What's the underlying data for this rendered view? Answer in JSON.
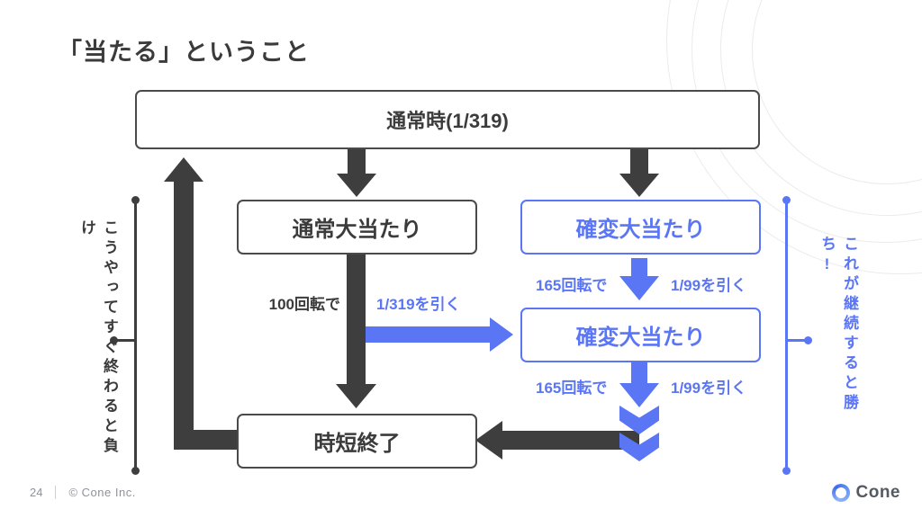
{
  "slide": {
    "title": "「当たる」ということ",
    "page_number": "24",
    "copyright": "© Cone Inc.",
    "logo_text": "Cone"
  },
  "diagram": {
    "boxes": {
      "normal_state": "通常時(1/319)",
      "normal_jackpot": "通常大当たり",
      "kakuhen_jackpot_1": "確変大当たり",
      "kakuhen_jackpot_2": "確変大当たり",
      "jitan_end": "時短終了"
    },
    "labels": {
      "spins_100": "100回転で",
      "draw_1_319": "1/319を引く",
      "spins_165_a": "165回転で",
      "draw_1_99_a": "1/99を引く",
      "spins_165_b": "165回転で",
      "draw_1_99_b": "1/99を引く"
    },
    "side_notes": {
      "left": "こうやってすぐ終わると負け",
      "right": "これが継続すると勝ち!"
    },
    "colors": {
      "dark": "#3e3e3e",
      "blue": "#5b76f4"
    }
  }
}
